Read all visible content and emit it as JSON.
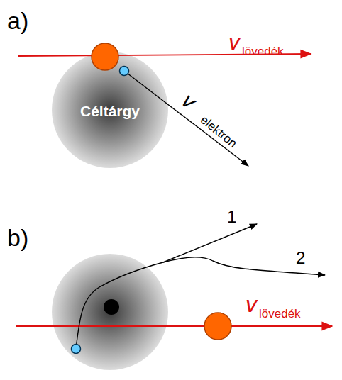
{
  "diagram": {
    "nodes": [
      {
        "text": [
          "Céltárgy"
        ]
      }
    ],
    "labels": [
      "a)",
      "v",
      "lövedék",
      "v",
      "elektron",
      "b)",
      "1",
      "2",
      "v",
      "lövedék"
    ]
  }
}
